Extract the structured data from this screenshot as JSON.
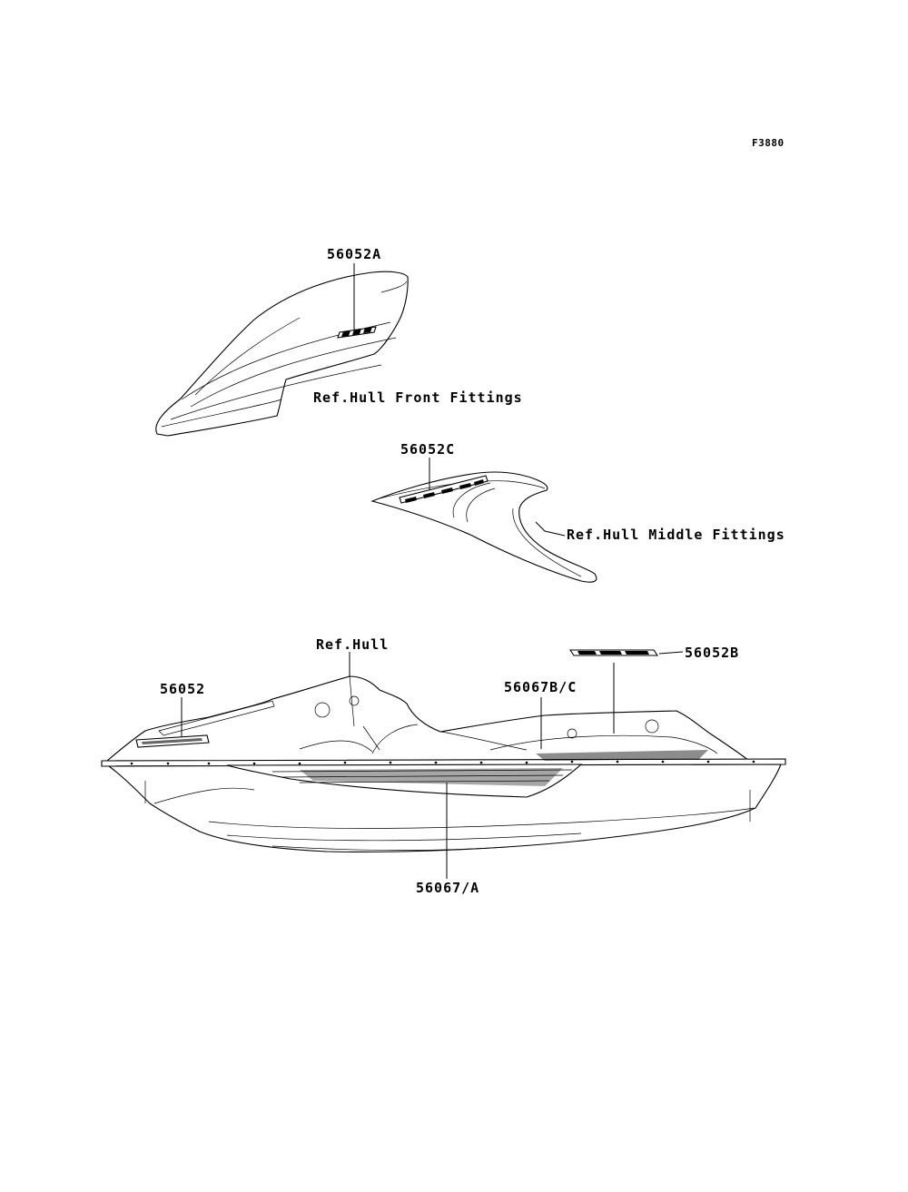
{
  "figure_code": "F3880",
  "labels": {
    "part_56052A": "56052A",
    "ref_front": "Ref.Hull Front Fittings",
    "part_56052C": "56052C",
    "ref_middle": "Ref.Hull Middle Fittings",
    "ref_hull": "Ref.Hull",
    "part_56052B": "56052B",
    "part_56052": "56052",
    "part_56067BC": "56067B/C",
    "part_56067A": "56067/A"
  },
  "colors": {
    "line": "#000000",
    "background": "#ffffff"
  }
}
